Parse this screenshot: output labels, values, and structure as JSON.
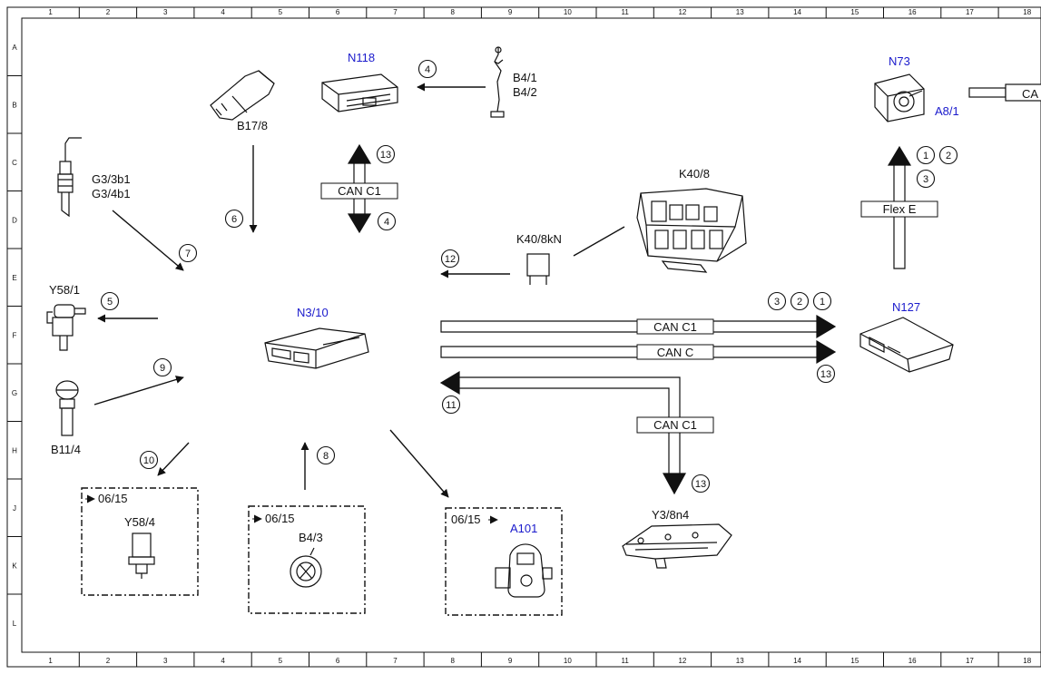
{
  "grid": {
    "columns": [
      "1",
      "2",
      "3",
      "4",
      "5",
      "6",
      "7",
      "8",
      "9",
      "10",
      "11",
      "12",
      "13",
      "14",
      "15",
      "16",
      "17",
      "18"
    ],
    "rows": [
      "A",
      "B",
      "C",
      "D",
      "E",
      "F",
      "G",
      "H",
      "J",
      "K",
      "L"
    ]
  },
  "components": {
    "n118": "N118",
    "b4_1": "B4/1",
    "b4_2": "B4/2",
    "b17_8": "B17/8",
    "n73": "N73",
    "a8_1": "A8/1",
    "ca_partial": "CA",
    "g3_3b1": "G3/3b1",
    "g3_4b1": "G3/4b1",
    "k40_8": "K40/8",
    "k40_8kn": "K40/8kN",
    "y58_1": "Y58/1",
    "n3_10": "N3/10",
    "n127": "N127",
    "b11_4": "B11/4",
    "y58_4": "Y58/4",
    "b4_3": "B4/3",
    "a101": "A101",
    "y3_8n4": "Y3/8n4"
  },
  "buses": {
    "can_c1_top": "CAN C1",
    "flex_e": "Flex E",
    "can_c1_main": "CAN C1",
    "can_c": "CAN C",
    "can_c1_down": "CAN C1"
  },
  "dates": {
    "y58_4_date": "06/15",
    "b4_3_date": "06/15",
    "a101_date": "06/15"
  },
  "callouts": {
    "c4_b4": "4",
    "c13_top": "13",
    "c4_n118": "4",
    "c1_n73": "1",
    "c2_n73": "2",
    "c3_n73": "3",
    "c6": "6",
    "c7": "7",
    "c12": "12",
    "c5": "5",
    "c3_can": "3",
    "c2_can": "2",
    "c1_can": "1",
    "c13_can": "13",
    "c9": "9",
    "c11": "11",
    "c10": "10",
    "c8": "8",
    "c13_y3": "13"
  },
  "colors": {
    "ink": "#111111",
    "component_label_blue": "#1a1acc",
    "background": "#ffffff"
  }
}
